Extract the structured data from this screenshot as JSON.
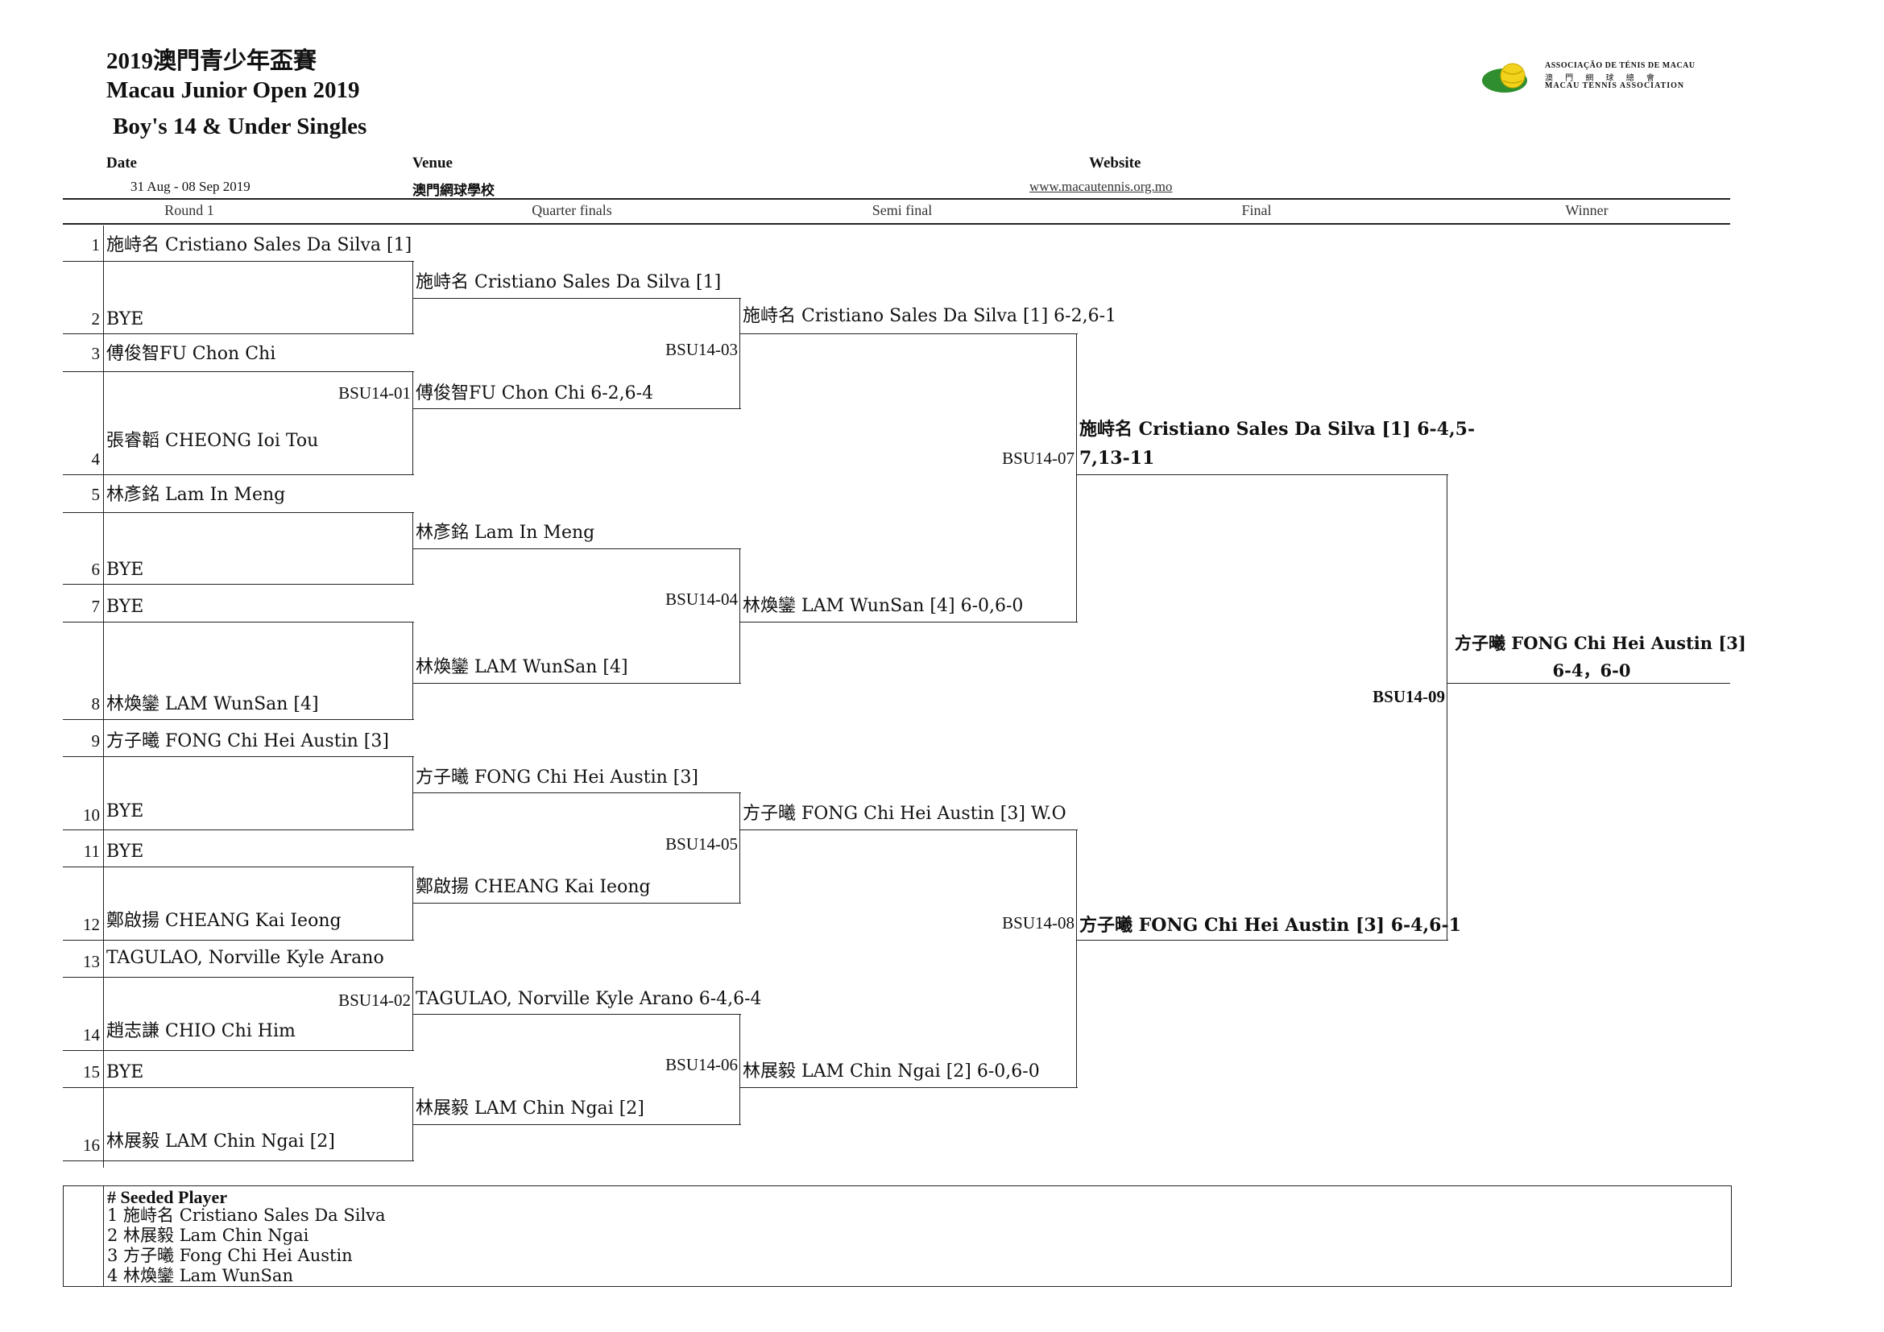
{
  "header": {
    "title_zh": "2019澳門青少年盃賽",
    "title_en": "Macau Junior Open 2019",
    "event": "Boy's 14 & Under Singles",
    "date_label": "Date",
    "date_value": "31 Aug - 08 Sep 2019",
    "venue_label": "Venue",
    "venue_value": "澳門網球學校",
    "website_label": "Website",
    "website_value": "www.macautennis.org.mo"
  },
  "logo": {
    "line1": "ASSOCIAÇÃO DE TÉNIS DE MACAU",
    "line2": "澳 門 網 球 總 會",
    "line3": "MACAU TENNIS ASSOCIATION",
    "colors": {
      "green": "#2f8f2f",
      "yellow": "#f2d21b"
    }
  },
  "columns": [
    "Round 1",
    "Quarter finals",
    "Semi final",
    "Final",
    "Winner"
  ],
  "round1": [
    {
      "n": "1",
      "name": "施峙名 Cristiano Sales Da Silva [1]"
    },
    {
      "n": "2",
      "name": "BYE"
    },
    {
      "n": "3",
      "name": "傅俊智FU Chon Chi"
    },
    {
      "n": "4",
      "name": "張睿韜 CHEONG Ioi Tou"
    },
    {
      "n": "5",
      "name": "林彥銘 Lam In Meng"
    },
    {
      "n": "6",
      "name": "BYE"
    },
    {
      "n": "7",
      "name": "BYE"
    },
    {
      "n": "8",
      "name": "林煥鑾 LAM WunSan [4]"
    },
    {
      "n": "9",
      "name": "方子曦 FONG Chi Hei Austin [3]"
    },
    {
      "n": "10",
      "name": "BYE"
    },
    {
      "n": "11",
      "name": "BYE"
    },
    {
      "n": "12",
      "name": "鄭啟揚 CHEANG Kai Ieong"
    },
    {
      "n": "13",
      "name": "TAGULAO, Norville Kyle Arano"
    },
    {
      "n": "14",
      "name": "趙志謙 CHIO Chi Him"
    },
    {
      "n": "15",
      "name": "BYE"
    },
    {
      "n": "16",
      "name": "林展毅 LAM Chin Ngai [2]"
    }
  ],
  "matches": {
    "m01": "BSU14-01",
    "m02": "BSU14-02",
    "m03": "BSU14-03",
    "m04": "BSU14-04",
    "m05": "BSU14-05",
    "m06": "BSU14-06",
    "m07": "BSU14-07",
    "m08": "BSU14-08",
    "m09": "BSU14-09"
  },
  "quarter": [
    "施峙名 Cristiano Sales Da Silva [1]",
    "傅俊智FU Chon Chi 6-2,6-4",
    "林彥銘 Lam In Meng",
    "林煥鑾 LAM WunSan [4]",
    "方子曦 FONG Chi Hei Austin [3]",
    "鄭啟揚 CHEANG Kai Ieong",
    "TAGULAO, Norville Kyle Arano 6-4,6-4",
    "林展毅 LAM Chin Ngai [2]"
  ],
  "semi": [
    "施峙名 Cristiano Sales Da Silva [1] 6-2,6-1",
    "林煥鑾 LAM WunSan [4] 6-0,6-0",
    "方子曦 FONG Chi Hei Austin [3] W.O",
    "林展毅 LAM Chin Ngai [2] 6-0,6-0"
  ],
  "final": {
    "top_line1": "施峙名 Cristiano Sales Da Silva [1] 6-4,5-",
    "top_line2": "7,13-11",
    "bottom": "方子曦 FONG Chi Hei Austin [3] 6-4,6-1"
  },
  "winner": {
    "line1": "方子曦 FONG Chi Hei Austin [3]",
    "line2": "6-4，6-0"
  },
  "seeds": {
    "heading": "# Seeded Player",
    "items": [
      "1 施峙名 Cristiano Sales Da Silva",
      "2 林展毅 Lam Chin Ngai",
      "3 方子曦 Fong Chi Hei Austin",
      "4 林煥鑾 Lam WunSan"
    ]
  }
}
